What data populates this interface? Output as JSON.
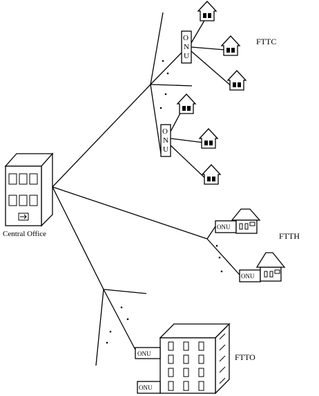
{
  "labels": {
    "central_office": "Central  Office",
    "fttc": "FTTC",
    "ftth": "FTTH",
    "ftto": "FTTO",
    "onu": "ONU"
  },
  "onu_vertical_letters": [
    "O",
    "N",
    "U"
  ]
}
